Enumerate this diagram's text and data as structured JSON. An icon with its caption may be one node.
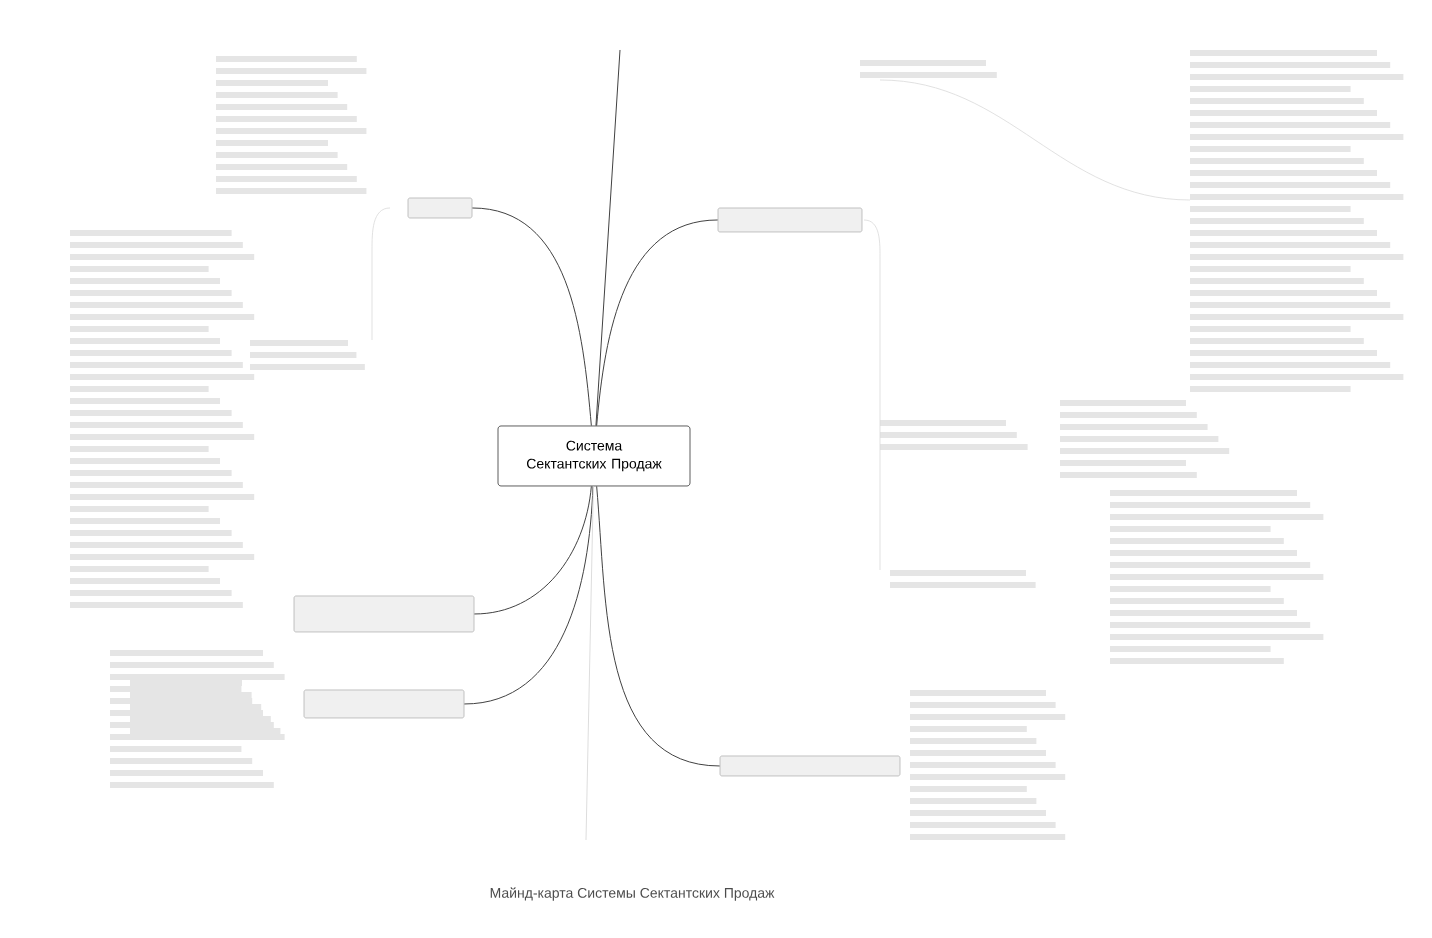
{
  "diagram": {
    "caption": "Майнд-карта Системы Сектантских Продаж",
    "nodes": [
      {
        "text": [
          "Система Сектантских Продаж"
        ]
      },
      {
        "text": [],
        "shape": "box"
      },
      {
        "text": [],
        "shape": "box"
      },
      {
        "text": [],
        "shape": "box"
      },
      {
        "text": [],
        "shape": "box"
      },
      {
        "text": [],
        "shape": "box"
      }
    ],
    "edges": [
      {
        "from": 0,
        "to": 1,
        "arrow": "none"
      },
      {
        "from": 0,
        "to": 2,
        "arrow": "none"
      },
      {
        "from": 0,
        "to": 3,
        "arrow": "none"
      },
      {
        "from": 0,
        "to": 4,
        "arrow": "none"
      },
      {
        "from": 0,
        "to": 5,
        "arrow": "none"
      },
      {
        "from": 0,
        "to": null,
        "arrow": "none"
      },
      {
        "from": 0,
        "to": null,
        "arrow": "none",
        "color": "#dddddd"
      }
    ]
  }
}
